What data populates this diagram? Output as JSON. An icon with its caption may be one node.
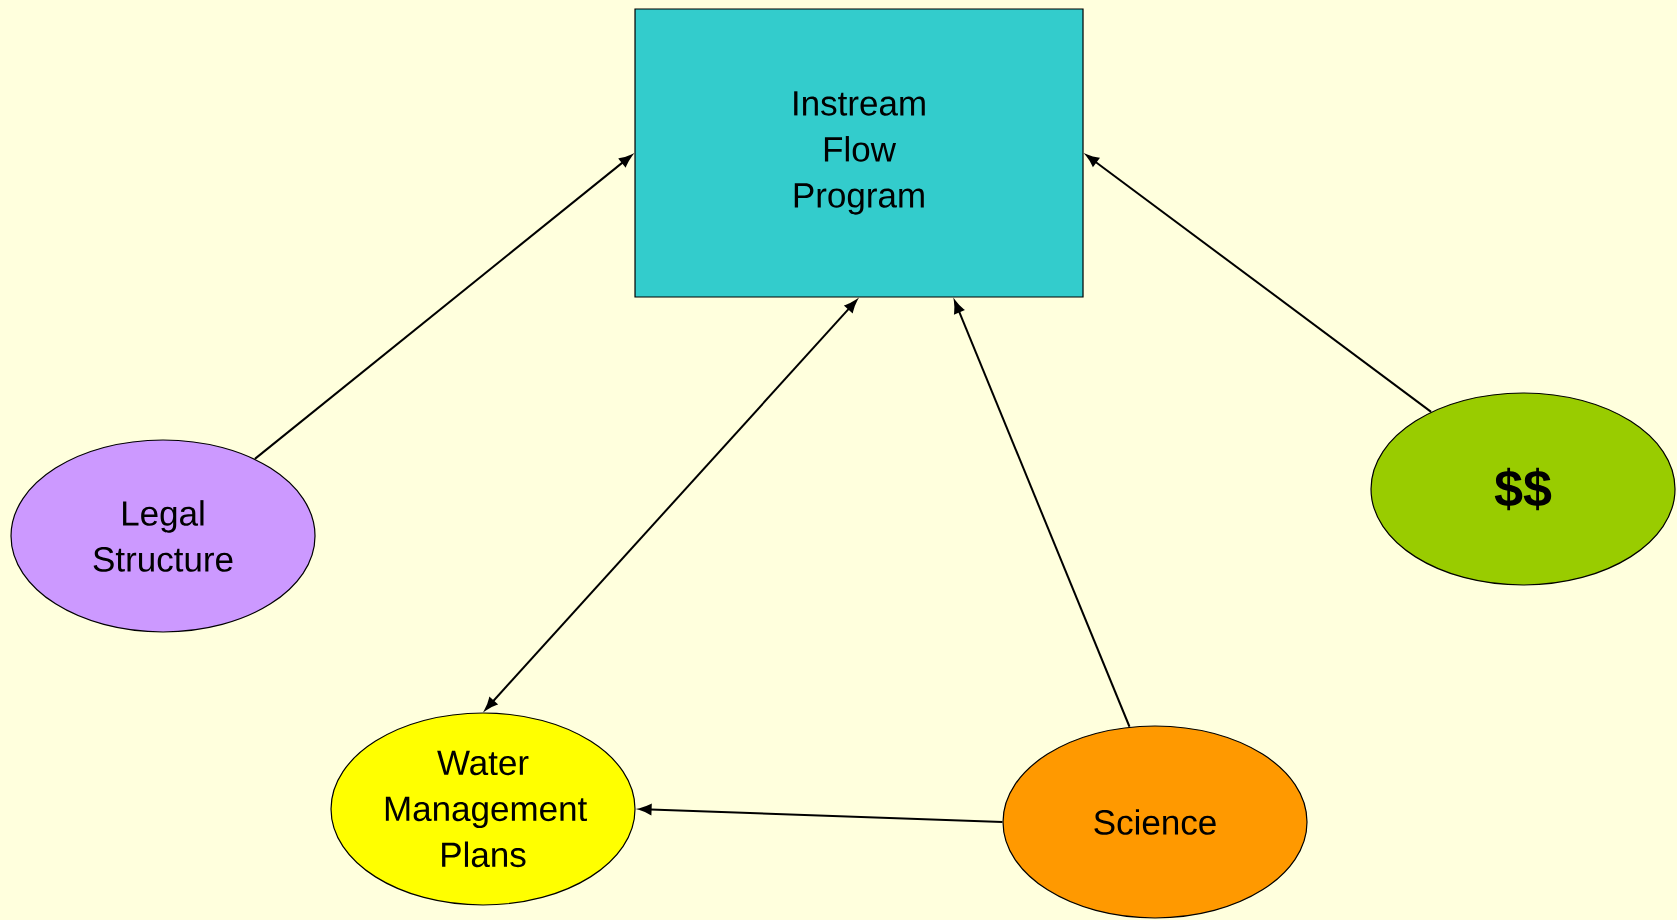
{
  "diagram": {
    "nodes": [
      {
        "text": [
          "Instream Flow Program"
        ]
      },
      {
        "text": [
          "Legal Structure"
        ]
      },
      {
        "text": [
          "$$"
        ]
      },
      {
        "text": [
          "Water Management Plans"
        ]
      },
      {
        "text": [
          "Science"
        ]
      }
    ],
    "edges": [
      {
        "from": 1,
        "to": 0,
        "arrow": "to"
      },
      {
        "from": 3,
        "to": 0,
        "arrow": "both"
      },
      {
        "from": 4,
        "to": 0,
        "arrow": "to"
      },
      {
        "from": 2,
        "to": 0,
        "arrow": "to"
      },
      {
        "from": 4,
        "to": 3,
        "arrow": "to"
      }
    ]
  }
}
